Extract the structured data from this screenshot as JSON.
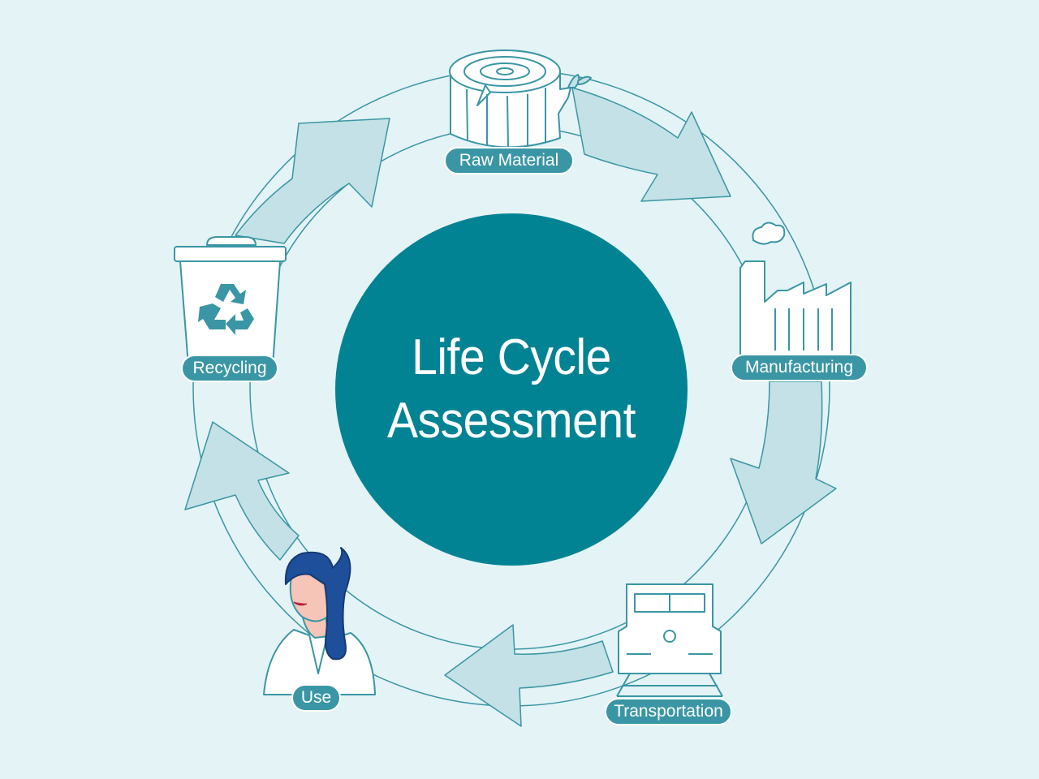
{
  "title": {
    "line1": "Life Cycle",
    "line2": "Assessment"
  },
  "stages": [
    {
      "id": "raw-material",
      "label": "Raw Material",
      "icon": "tree-stump-icon"
    },
    {
      "id": "manufacturing",
      "label": "Manufacturing",
      "icon": "factory-icon"
    },
    {
      "id": "transportation",
      "label": "Transportation",
      "icon": "train-icon"
    },
    {
      "id": "use",
      "label": "Use",
      "icon": "person-icon"
    },
    {
      "id": "recycling",
      "label": "Recycling",
      "icon": "recycling-bin-icon"
    }
  ],
  "colors": {
    "background": "#e4f3f5",
    "center_circle": "#028393",
    "pill": "#3a96a4",
    "arrow_fill": "#c3e1e6",
    "line": "#3a96a4"
  }
}
